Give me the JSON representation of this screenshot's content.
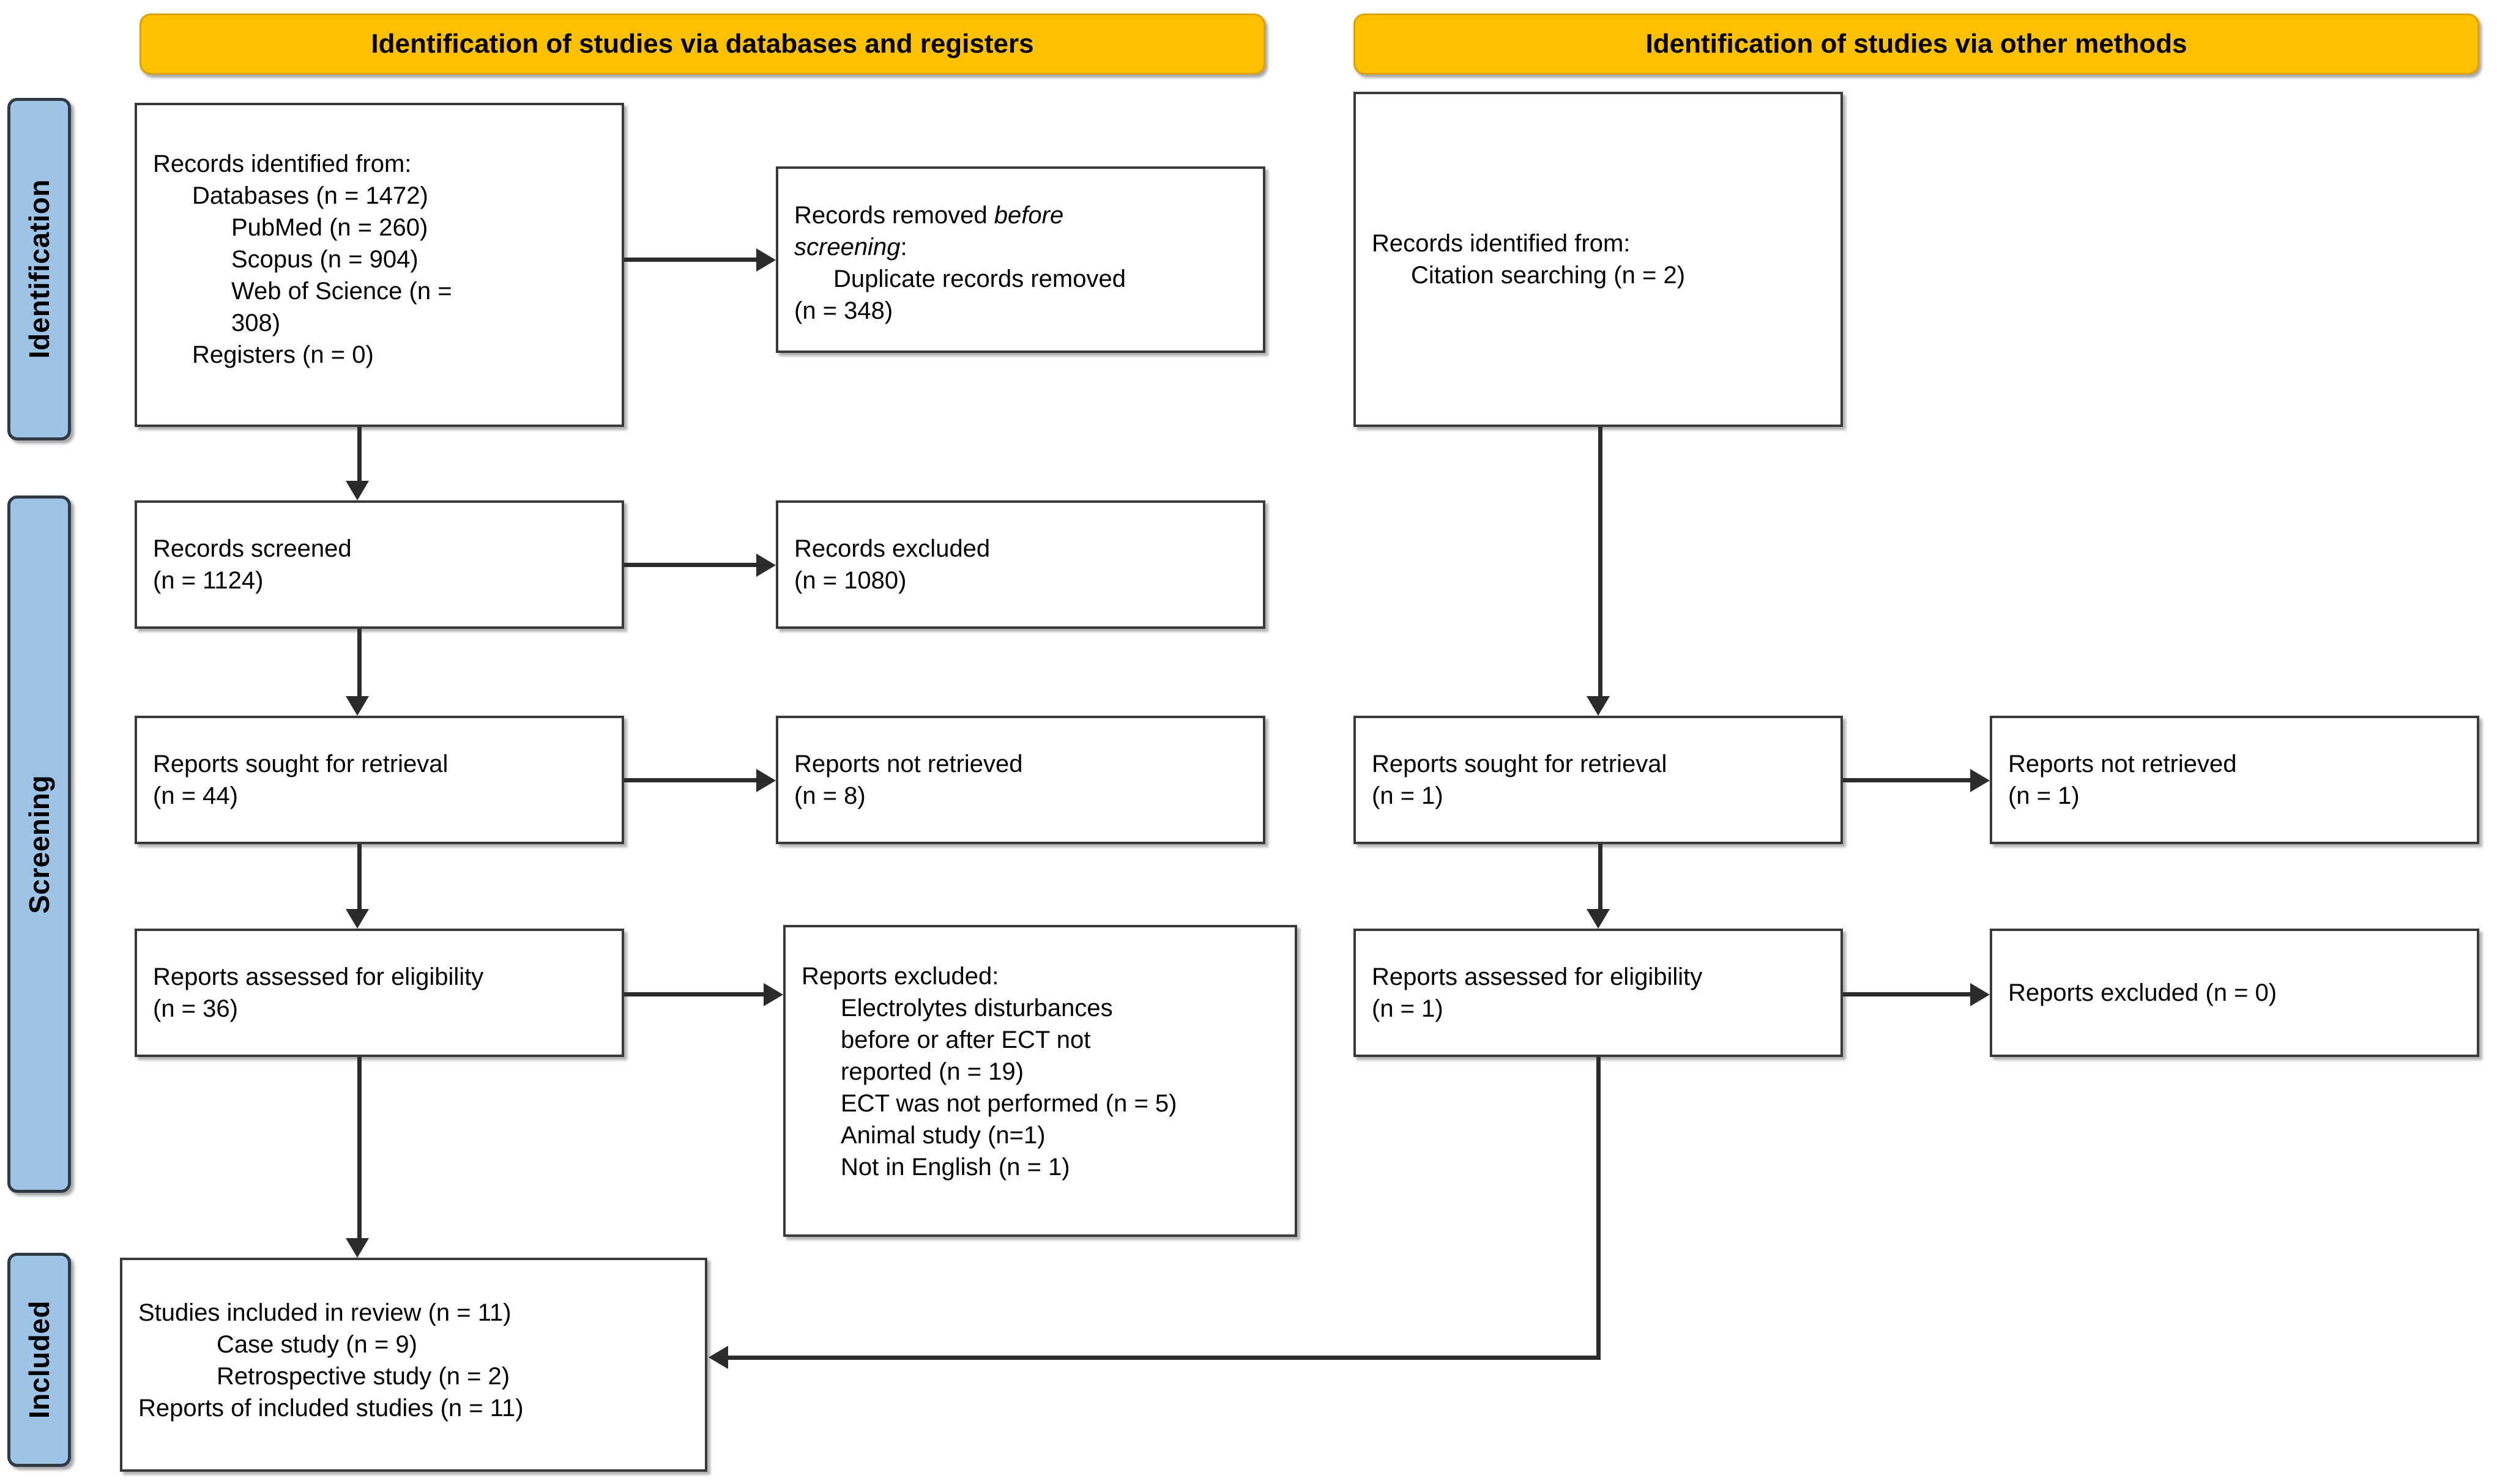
{
  "diagram": {
    "type": "PRISMA 2020 flow diagram",
    "colors": {
      "banner_fill": "#FFC000",
      "banner_border": "#D9A300",
      "stage_fill": "#9DC3E6",
      "stage_border": "#2F3A45",
      "box_border": "#3A3A3A",
      "connector": "#2B2B2B",
      "background": "#FFFFFF"
    }
  },
  "banners": {
    "left": "Identification of studies via databases and registers",
    "right": "Identification of studies via other methods"
  },
  "stages": {
    "identification": "Identification",
    "screening": "Screening",
    "included": "Included"
  },
  "left_column": {
    "records_identified": {
      "title": "Records identified from:",
      "lines": [
        "Databases (n = 1472)",
        "PubMed (n = 260)",
        "Scopus (n = 904)",
        "Web of Science (n =",
        "308)",
        "Registers (n = 0)"
      ]
    },
    "records_removed": {
      "line1_plain": "Records removed ",
      "line1_italic": "before",
      "line2_italic": "screening",
      "line2_plain": ":",
      "line3": "Duplicate records removed",
      "line4": "(n = 348)"
    },
    "records_screened": {
      "label": "Records screened",
      "count": "(n = 1124)"
    },
    "records_excluded": {
      "label": "Records excluded",
      "count": "(n = 1080)"
    },
    "reports_sought": {
      "label": "Reports sought for retrieval",
      "count": "(n = 44)"
    },
    "reports_not_retrieved": {
      "label": "Reports not retrieved",
      "count": "(n = 8)"
    },
    "reports_assessed": {
      "label": "Reports assessed for eligibility",
      "count": "(n = 36)"
    },
    "reports_excluded": {
      "title": "Reports excluded:",
      "reasons": [
        "Electrolytes disturbances",
        "before or after ECT not",
        "reported (n = 19)",
        "ECT was not performed (n = 5)",
        "Animal study (n=1)",
        "Not in English (n = 1)"
      ]
    },
    "studies_included": {
      "line1": "Studies included in review (n = 11)",
      "line2": "Case study (n = 9)",
      "line3": "Retrospective study (n = 2)",
      "line4": "Reports of included studies (n = 11)"
    }
  },
  "right_column": {
    "records_identified": {
      "title": "Records identified from:",
      "line1": "Citation searching (n = 2)"
    },
    "reports_sought": {
      "label": "Reports sought for retrieval",
      "count": "(n = 1)"
    },
    "reports_not_retrieved": {
      "label": "Reports not retrieved",
      "count": "(n = 1)"
    },
    "reports_assessed": {
      "label": "Reports assessed for eligibility",
      "count": "(n = 1)"
    },
    "reports_excluded": {
      "label": "Reports excluded (n = 0)"
    }
  }
}
